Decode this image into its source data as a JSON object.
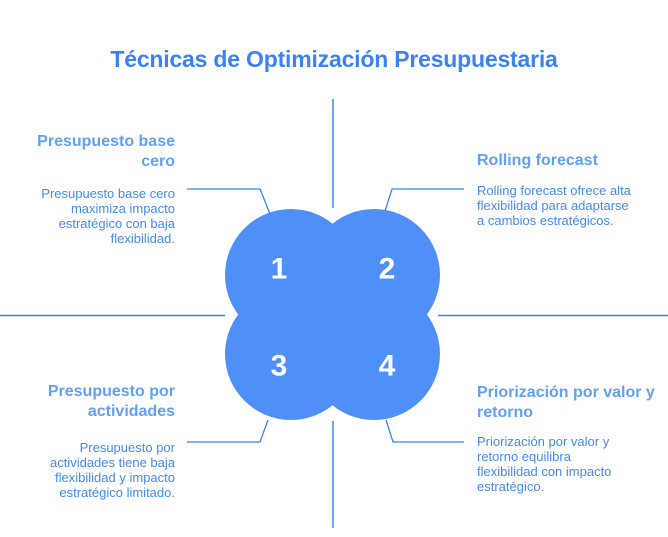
{
  "main_title": "Técnicas de Optimización Presupuestaria",
  "colors": {
    "accent": "#3b82f6",
    "blob": "#4e90f7",
    "quadrant_title": "#61a0f7",
    "description": "#4489f6",
    "number": "#ffffff",
    "main_title": "#3c82f2",
    "background": "#ffffff"
  },
  "center": {
    "numbers": [
      "1",
      "2",
      "3",
      "4"
    ]
  },
  "quadrants": {
    "top_left": {
      "title": "Presupuesto base cero",
      "title_lines": [
        "Presupuesto base",
        "cero"
      ],
      "description": "Presupuesto base cero maximiza impacto estratégico con baja flexibilidad.",
      "description_lines": [
        "Presupuesto base cero",
        "maximiza impacto",
        "estratégico con baja",
        "flexibilidad."
      ]
    },
    "top_right": {
      "title": "Rolling forecast",
      "title_lines": [
        "Rolling forecast"
      ],
      "description": "Rolling forecast ofrece alta flexibilidad para adaptarse a cambios estratégicos.",
      "description_lines": [
        "Rolling forecast ofrece alta",
        "flexibilidad para adaptarse",
        "a cambios estratégicos."
      ]
    },
    "bottom_left": {
      "title": "Presupuesto por actividades",
      "title_lines": [
        "Presupuesto por",
        "actividades"
      ],
      "description": "Presupuesto por actividades tiene baja flexibilidad y impacto estratégico limitado.",
      "description_lines": [
        "Presupuesto por",
        "actividades tiene baja",
        "flexibilidad y impacto",
        "estratégico limitado."
      ]
    },
    "bottom_right": {
      "title": "Priorización por valor y retorno",
      "title_lines": [
        "Priorización por valor y",
        "retorno"
      ],
      "description": "Priorización por valor y retorno equilibra flexibilidad con impacto estratégico.",
      "description_lines": [
        "Priorización por valor y",
        "retorno equilibra",
        "flexibilidad con impacto",
        "estratégico."
      ]
    }
  }
}
